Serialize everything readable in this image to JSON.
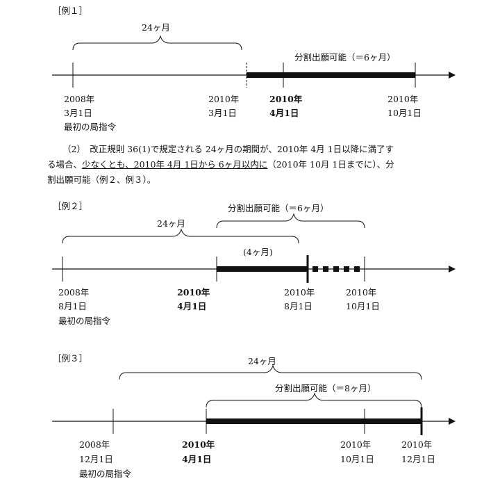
{
  "ex1": {
    "label": "［例１］",
    "span24": "24ヶ月",
    "divisional": "分割出願可能（＝6ヶ月）",
    "d1": {
      "y": "2008年",
      "md": "3月1日",
      "note": "最初の局指令"
    },
    "d2": {
      "y": "2010年",
      "md": "3月1日"
    },
    "d3": {
      "y": "2010年",
      "md": "4月1日"
    },
    "d4": {
      "y": "2010年",
      "md": "10月1日"
    }
  },
  "para": {
    "l1": "（2）　改正規則 36(1)で規定される 24ヶ月の期間が、2010年 4月 1日以降に満了す",
    "l2a": "る場合、",
    "l2u": "少なくとも、2010年 4月 1日から 6ヶ月以内に",
    "l2b": "（2010年 10月 1日までに）、分",
    "l3": "割出願可能（例２、例３）。"
  },
  "ex2": {
    "label": "［例２］",
    "span24": "24ヶ月",
    "divisional": "分割出願可能（＝6ヶ月）",
    "four": "(4ヶ月)",
    "d1": {
      "y": "2008年",
      "md": "8月1日",
      "note": "最初の局指令"
    },
    "d2": {
      "y": "2010年",
      "md": "4月1日"
    },
    "d3": {
      "y": "2010年",
      "md": "8月1日"
    },
    "d4": {
      "y": "2010年",
      "md": "10月1日"
    }
  },
  "ex3": {
    "label": "［例３］",
    "span24": "24ヶ月",
    "divisional": "分割出願可能（＝8ヶ月）",
    "d1": {
      "y": "2008年",
      "md": "12月1日",
      "note": "最初の局指令"
    },
    "d2": {
      "y": "2010年",
      "md": "4月1日"
    },
    "d3": {
      "y": "2010年",
      "md": "10月1日"
    },
    "d4": {
      "y": "2010年",
      "md": "12月1日"
    }
  }
}
